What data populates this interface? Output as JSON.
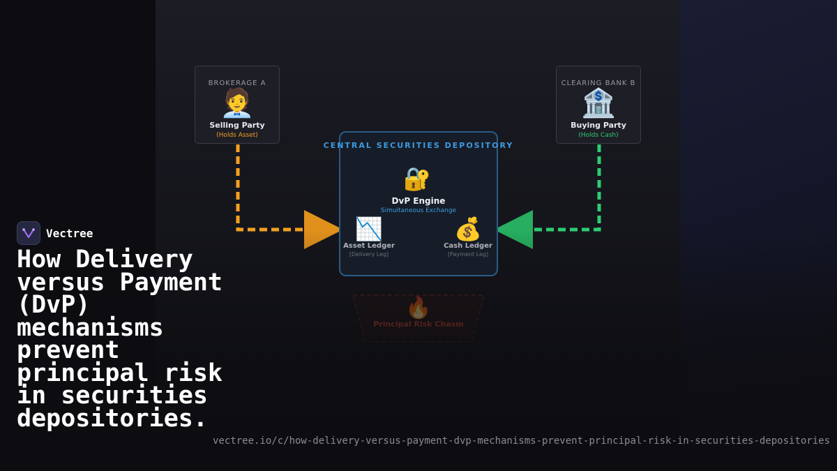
{
  "brand": {
    "name": "Vectree"
  },
  "headline": "How Delivery versus Payment (DvP) mechanisms prevent principal risk in securities depositories.",
  "url": "vectree.io/c/how-delivery-versus-payment-dvp-mechanisms-prevent-principal-risk-in-securities-depositories",
  "diagram": {
    "seller": {
      "org": "BROKERAGE A",
      "role": "Selling Party",
      "holding": "(Holds Asset)",
      "icon": "person-icon",
      "emoji": "🧑‍💼"
    },
    "buyer": {
      "org": "CLEARING BANK B",
      "role": "Buying Party",
      "holding": "(Holds Cash)",
      "icon": "bank-icon",
      "emoji": "🏦"
    },
    "depository": {
      "title": "CENTRAL SECURITIES DEPOSITORY",
      "engine": {
        "label": "DvP Engine",
        "sub": "Simultaneous Exchange",
        "icon": "lock-key-icon",
        "emoji": "🔐"
      },
      "asset_ledger": {
        "name": "Asset Ledger",
        "leg": "[Delivery Leg]",
        "icon": "chart-down-icon",
        "emoji": "📉"
      },
      "cash_ledger": {
        "name": "Cash Ledger",
        "leg": "[Payment Leg]",
        "icon": "money-bag-icon",
        "emoji": "💰"
      }
    },
    "chasm": {
      "label": "Principal Risk Chasm",
      "icon": "fire-icon",
      "emoji": "🔥"
    }
  },
  "colors": {
    "asset": "#f5a020",
    "cash": "#2ecc71",
    "depot_border": "#2a5b86",
    "accent_blue": "#3d9be0",
    "risk": "#c0462e"
  }
}
